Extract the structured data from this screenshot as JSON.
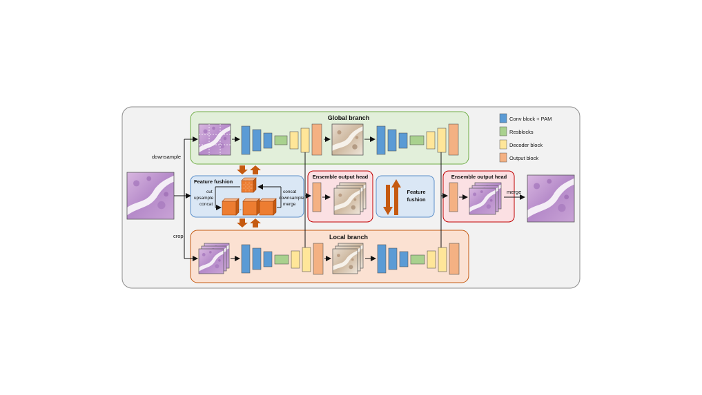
{
  "colors": {
    "conv": "#5b9bd5",
    "res": "#a9d18e",
    "decoder": "#ffe699",
    "output": "#f4b183",
    "global_bg": "#e2efda",
    "local_bg": "#fbe1d2",
    "fusion_bg": "#dae7f5",
    "ensemble_bg": "#fbe0e3",
    "outer_bg": "#f2f2f2"
  },
  "legend": {
    "conv": "Conv block + PAM",
    "res": "Resblocks",
    "decoder": "Decoder block",
    "output": "Output block"
  },
  "labels": {
    "downsample": "downsample",
    "crop": "crop",
    "merge": "merge",
    "global_branch": "Global branch",
    "local_branch": "Local branch",
    "feature_fusion_title": "Feature fushion",
    "ensemble_1": "Ensemble output head",
    "ensemble_2": "Ensemble output head",
    "feature_fusion_small_1": "Feature",
    "feature_fusion_small_2": "fushion",
    "ff_cut": "cut",
    "ff_upsample": "upsample",
    "ff_concat_left": "concat",
    "ff_concat_right": "concat",
    "ff_downsample": "downsample",
    "ff_merge": "merge",
    "ff_dots": "..."
  },
  "icons": {
    "he_tissue": "he-stained-tissue-image",
    "ihc_tissue": "ihc-stained-tissue-image",
    "cube": "feature-cube-icon",
    "arrow": "orange-double-arrow-icon"
  }
}
